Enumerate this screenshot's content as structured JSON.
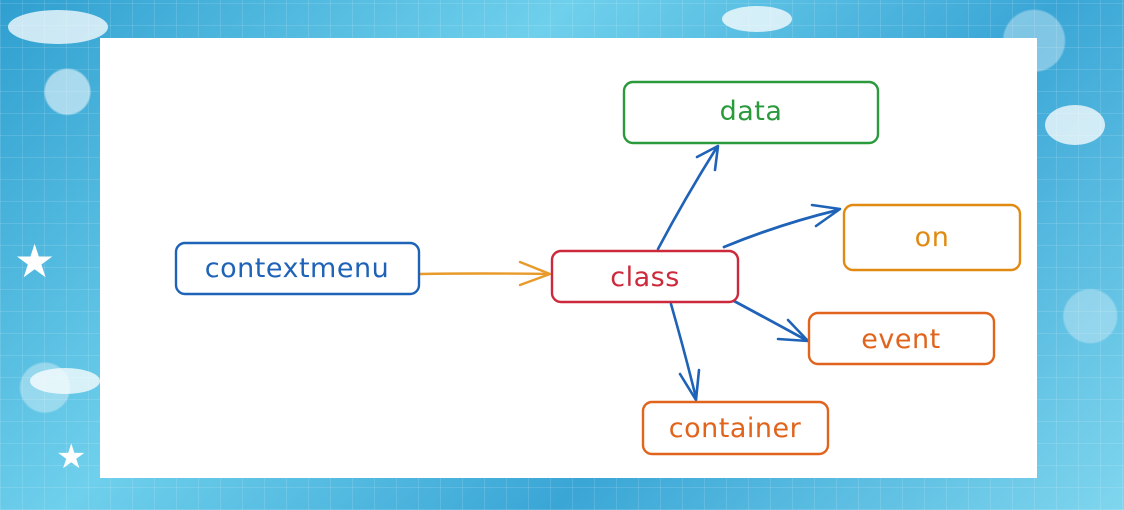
{
  "diagram": {
    "nodes": [
      {
        "id": "contextmenu",
        "label": "contextmenu",
        "color": "#1f63b8"
      },
      {
        "id": "class",
        "label": "class",
        "color": "#cc2a3c"
      },
      {
        "id": "data",
        "label": "data",
        "color": "#2a9a3c"
      },
      {
        "id": "on",
        "label": "on",
        "color": "#e08a12"
      },
      {
        "id": "event",
        "label": "event",
        "color": "#e0641c"
      },
      {
        "id": "container",
        "label": "container",
        "color": "#e0641c"
      }
    ],
    "edges": [
      {
        "from": "contextmenu",
        "to": "class",
        "color": "#e89a2a"
      },
      {
        "from": "class",
        "to": "data",
        "color": "#1f63b8"
      },
      {
        "from": "class",
        "to": "on",
        "color": "#1f63b8"
      },
      {
        "from": "class",
        "to": "event",
        "color": "#1f63b8"
      },
      {
        "from": "class",
        "to": "container",
        "color": "#1f63b8"
      }
    ]
  }
}
